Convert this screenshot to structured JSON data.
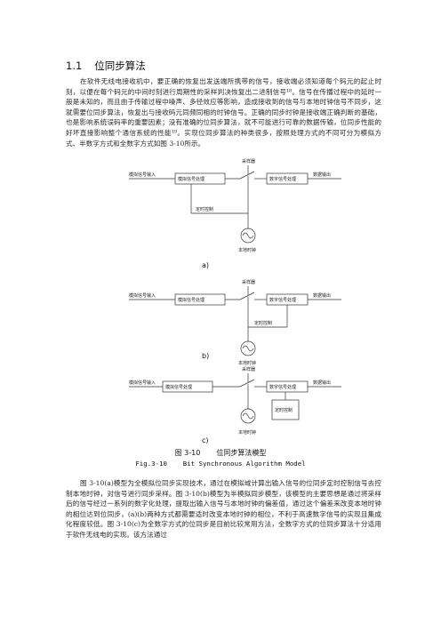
{
  "section": {
    "number": "1.1",
    "title": "位同步算法"
  },
  "paragraph1": "在软件无线电接收机中，要正确的恢复出发送端所携带的信号，接收端必须知道每个码元的起止时刻，以便在每个码元的中间时刻进行周期性的采样判决恢复出二进制信号¹⁸。信号在传播过程中的延时一般是未知的，而且由于传输过程中噪声、多径效应等影响，造成接收到的信号与本地时钟信号不同步，这就需要位同步算法，恢复出与接收码元同频同相的时钟信号。正确的同步时钟是接收端正确判断的基础，也是影响系统误码率的重要因素；没有准确的位同步算法，就不可能进行可靠的数据传输，位同步性能的好坏直接影响整个通信系统的性能¹⁹。实现位同步算法的种类很多，按照处理方式的不同可分为模拟方式、半数字方式和全数字方式如图 3-10所示。",
  "diagram_labels": {
    "input": "模拟信号输入",
    "analog_proc": "模拟信号处理",
    "sampler": "采样器",
    "digital_proc": "数字信号处理",
    "output": "数据输出",
    "timing_ctrl": "定时控制",
    "local_clock": "本地时钟"
  },
  "subfigures": [
    "a)",
    "b)",
    "c)"
  ],
  "figure": {
    "label": "图 3-10",
    "title": "位同步算法模型",
    "english": "Fig.3-10    Bit Synchronous Algorithm Model"
  },
  "paragraph2": "图 3-10(a)模型为全模拟位同步实现技术，通过在模拟域计算出输入信号的位同步定时控制信号去控制本地时钟，对信号进行同步采样。图 3-10(b)模型为半模拟同步模型，该模型的主要思想是通过将采样后的信号经过一系列的数字化处理，提取出输入信号与本地时钟的偏差值，通过这个偏差来改变本地时钟的相位达到位同步，(a)(b)两种方式都需要适时改变本地时钟的相位，不利于高速数字信号的实现且集成化程度较低。图 3-10(c)为全数字方式的位同步是目前比较常用方法，全数字方式的位同步算法十分适用于软件无线电的实现。该方法通过"
}
